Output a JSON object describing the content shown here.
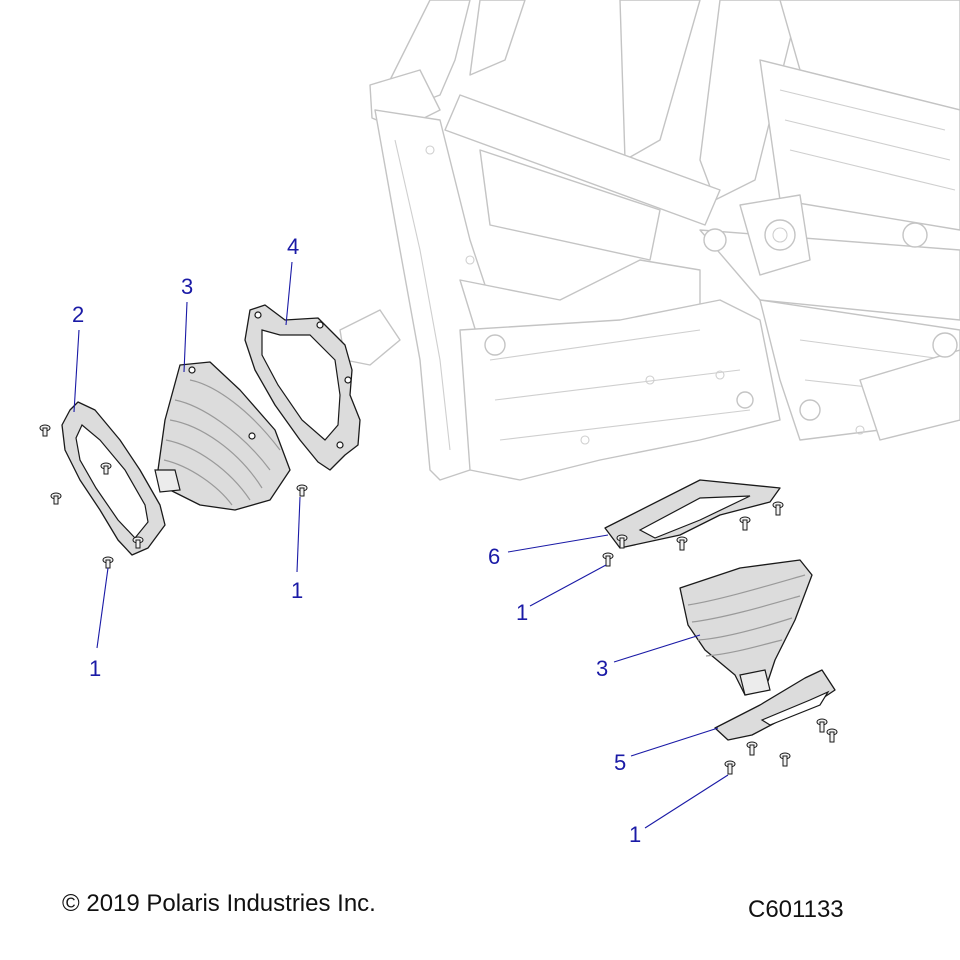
{
  "diagram": {
    "callouts": [
      {
        "id": "c2",
        "text": "2"
      },
      {
        "id": "c3a",
        "text": "3"
      },
      {
        "id": "c4",
        "text": "4"
      },
      {
        "id": "c1a",
        "text": "1"
      },
      {
        "id": "c1b",
        "text": "1"
      },
      {
        "id": "c6",
        "text": "6"
      },
      {
        "id": "c1c",
        "text": "1"
      },
      {
        "id": "c3b",
        "text": "3"
      },
      {
        "id": "c5",
        "text": "5"
      },
      {
        "id": "c1d",
        "text": "1"
      }
    ]
  },
  "footer": {
    "copyright": "© 2019 Polaris Industries Inc.",
    "diagram_code": "C601133"
  },
  "colors": {
    "callout": "#1a1aa6",
    "frame_outline": "#c4c4c4",
    "part_fill": "#dcdcdc"
  }
}
